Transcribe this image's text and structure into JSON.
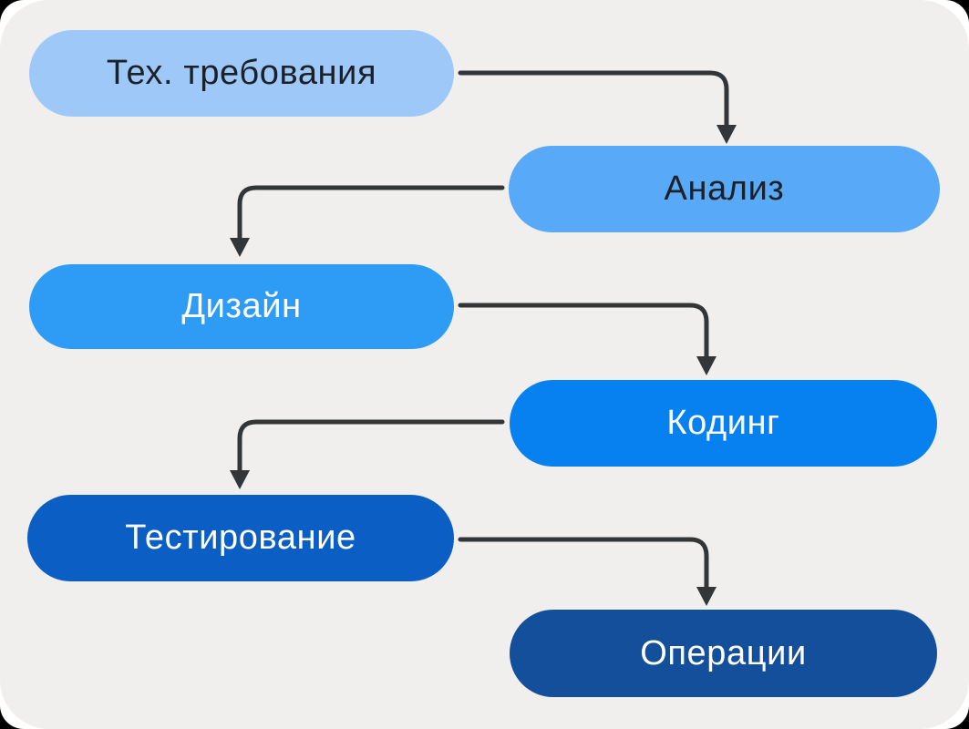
{
  "page": {
    "frame_color": "#ffffff",
    "canvas_color": "#f0efed"
  },
  "diagram": {
    "type": "waterfall-flowchart",
    "arrow_color": "#333639",
    "nodes": [
      {
        "id": "tech-requirements",
        "label": "Тех. требования",
        "fill": "#9ec8f8",
        "text_color": "#1c2128"
      },
      {
        "id": "analysis",
        "label": "Анализ",
        "fill": "#58a9f7",
        "text_color": "#1c2128"
      },
      {
        "id": "design",
        "label": "Дизайн",
        "fill": "#2e9bf5",
        "text_color": "#ffffff"
      },
      {
        "id": "coding",
        "label": "Кодинг",
        "fill": "#0681ef",
        "text_color": "#ffffff"
      },
      {
        "id": "testing",
        "label": "Тестирование",
        "fill": "#0b5ec3",
        "text_color": "#ffffff"
      },
      {
        "id": "operations",
        "label": "Операции",
        "fill": "#134f9b",
        "text_color": "#ffffff"
      }
    ],
    "edges": [
      {
        "from": "Тех. требования",
        "to": "Анализ"
      },
      {
        "from": "Анализ",
        "to": "Дизайн"
      },
      {
        "from": "Дизайн",
        "to": "Кодинг"
      },
      {
        "from": "Кодинг",
        "to": "Тестирование"
      },
      {
        "from": "Тестирование",
        "to": "Операции"
      }
    ]
  }
}
